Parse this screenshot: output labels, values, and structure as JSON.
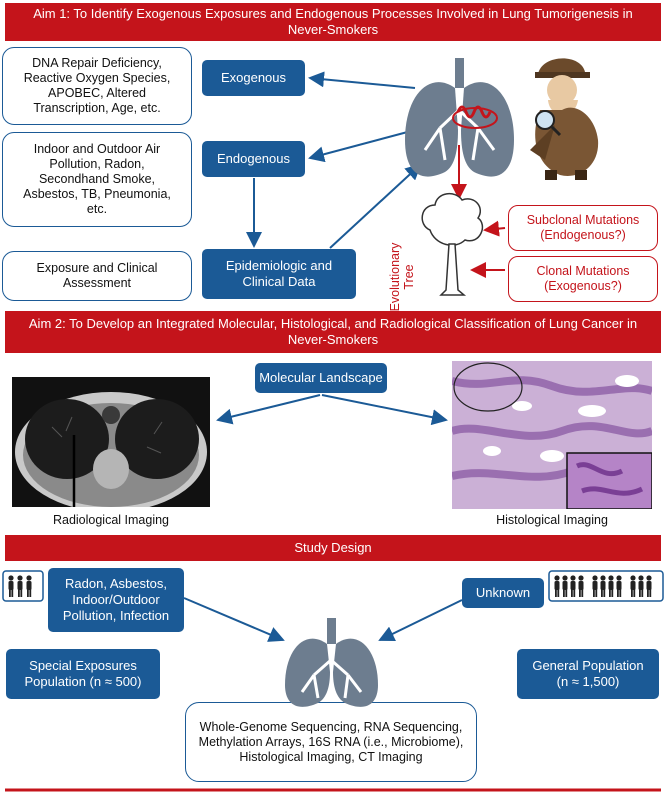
{
  "aim1": {
    "title": "Aim 1: To Identify Exogenous Exposures and Endogenous Processes Involved in Lung Tumorigenesis in Never-Smokers",
    "box_endogenous_list": "DNA Repair Deficiency, Reactive Oxygen Species, APOBEC, Altered Transcription, Age, etc.",
    "box_exogenous_list": "Indoor and Outdoor Air Pollution, Radon, Secondhand Smoke, Asbestos, TB, Pneumonia, etc.",
    "box_exposure": "Exposure and Clinical Assessment",
    "exogenous_label": "Exogenous",
    "endogenous_label": "Endogenous",
    "epi_label": "Epidemiologic and Clinical Data",
    "tree_label": "Evolutionary Tree",
    "subclonal_label": "Subclonal Mutations (Endogenous?)",
    "clonal_label": "Clonal Mutations (Exogenous?)"
  },
  "aim2": {
    "title": "Aim 2: To Develop an Integrated Molecular, Histological, and Radiological Classification of Lung Cancer in Never-Smokers",
    "molecular_label": "Molecular Landscape",
    "radiological_caption": "Radiological Imaging",
    "histological_caption": "Histological Imaging"
  },
  "study": {
    "title": "Study Design",
    "exposures_label": "Radon, Asbestos, Indoor/Outdoor Pollution, Infection",
    "unknown_label": "Unknown",
    "special_population": "Special Exposures Population (n ≈ 500)",
    "general_population": "General Population (n ≈ 1,500)",
    "methods": "Whole-Genome Sequencing, RNA Sequencing, Methylation Arrays, 16S RNA (i.e., Microbiome), Histological Imaging, CT Imaging"
  },
  "colors": {
    "red": "#c4141b",
    "blue": "#1b5a96",
    "lung": "#6d7d8f"
  }
}
